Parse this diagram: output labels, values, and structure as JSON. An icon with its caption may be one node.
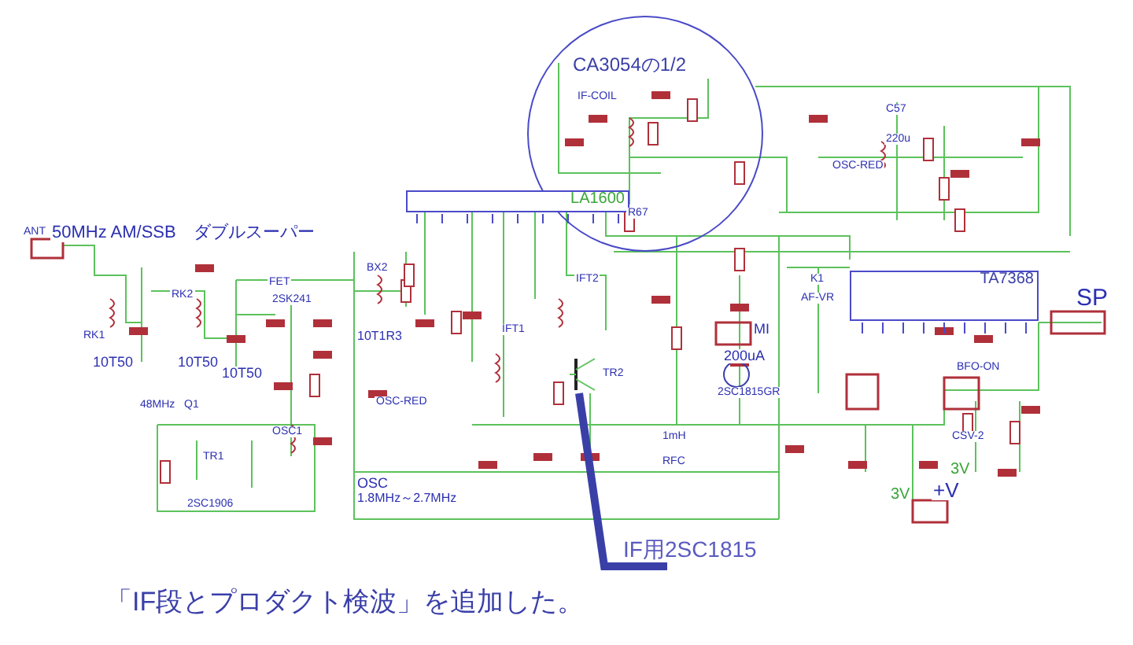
{
  "diagram": {
    "caption": "「IF段とプロダクト検波」を追加した。",
    "nodes": [
      {
        "text": [
          "CA3054の1/2"
        ]
      },
      {
        "text": [
          "IF用2SC1815"
        ]
      },
      {
        "text": [],
        "shape": "picture",
        "beside": [
          "TR2"
        ]
      },
      {
        "text": [
          "LA1600"
        ]
      },
      {
        "text": [
          "TA7368"
        ]
      }
    ],
    "edges": [
      {
        "from": 1,
        "to": 2,
        "arrow": "none",
        "color": "#3a3fa8"
      }
    ],
    "labels": [
      "50MHz AM/SSB　ダブルスーパー",
      "ANT",
      "RK1",
      "10T50",
      "RK2",
      "10T50",
      "FET",
      "2SK241",
      "BX2",
      "10T1R3",
      "48MHz",
      "Q1",
      "10T50",
      "OSC1",
      "TR1",
      "2SC1906",
      "OSC-RED",
      "OSC",
      "1.8MHz～2.7MHz",
      "IFT1",
      "IFT2",
      "RFC",
      "1mH",
      "MI",
      "200uA",
      "2SC1815GR",
      "AF-VR",
      "K1",
      "SP",
      "BFO-ON",
      "CSV-2",
      "3V",
      "3V",
      "+V",
      "IF-COIL",
      "R67",
      "OSC-RED",
      "C57",
      "220u"
    ]
  }
}
